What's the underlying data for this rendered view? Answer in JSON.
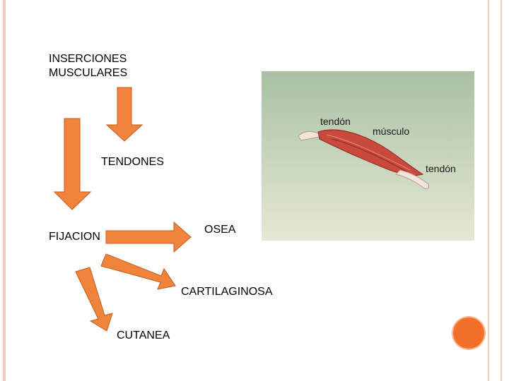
{
  "colors": {
    "arrow_fill": "#f0843c",
    "arrow_stroke": "#c85a1a",
    "frame_line": "#f6cdbd",
    "accent_circle": "#f26f2a",
    "image_bg_top": "#a9c1a3",
    "image_bg_bottom": "#e5e8d4",
    "muscle": "#c94a3c",
    "tendon": "#f0e4dc"
  },
  "diagram": {
    "top_label_lines": [
      "INSERCIONES",
      "MUSCULARES"
    ],
    "tendones": "TENDONES",
    "fijacion": "FIJACION",
    "osea": "OSEA",
    "cartilaginosa": "CARTILAGINOSA",
    "cutanea": "CUTANEA"
  },
  "illustration": {
    "label_tendon_top": "tendón",
    "label_musculo": "músculo",
    "label_tendon_right": "tendón"
  },
  "icons": [
    "down-arrow-icon",
    "right-arrow-icon",
    "diagonal-arrow-icon",
    "circle-decoration-icon"
  ]
}
